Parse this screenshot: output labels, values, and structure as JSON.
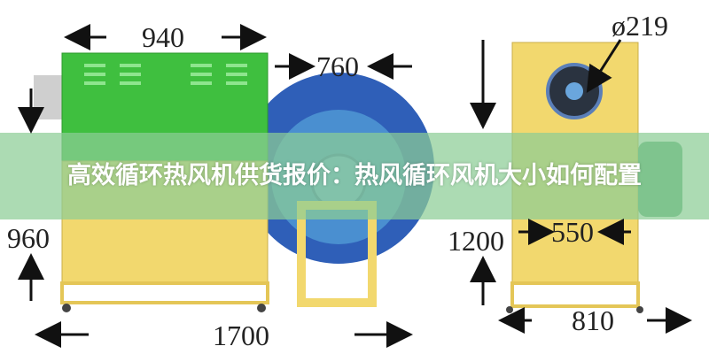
{
  "title": "高效循环热风机供货报价：热风循环风机大小如何配置",
  "dimensions": {
    "width_top": "940",
    "blower_width": "760",
    "height_left": "960",
    "total_length": "1700",
    "fan_diameter": "ø219",
    "height_right": "1200",
    "inner_width": "550",
    "side_width": "810"
  },
  "colors": {
    "banner": "#8ccd96",
    "machine_top": "#3fbf3f",
    "machine_body": "#f2d86e",
    "blower": "#2f5fb8"
  }
}
